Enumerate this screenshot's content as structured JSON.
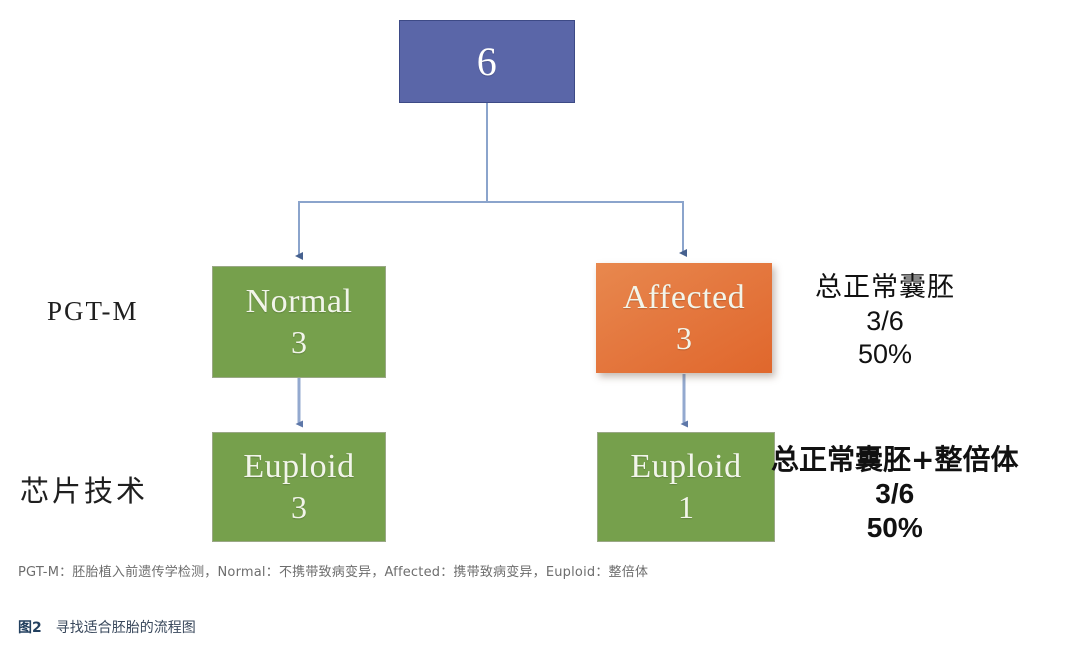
{
  "figure": {
    "root": {
      "title": "6",
      "count": ""
    },
    "nodes": {
      "normal": {
        "title": "Normal",
        "count": "3"
      },
      "affected": {
        "title": "Affected",
        "count": "3"
      },
      "euploid_left": {
        "title": "Euploid",
        "count": "3"
      },
      "euploid_right": {
        "title": "Euploid",
        "count": "1"
      }
    },
    "stage_labels": {
      "pgtm": "PGT-M",
      "chip": "芯片技术"
    },
    "summaries": {
      "top": {
        "head": "总正常囊胚",
        "ratio": "3/6",
        "percent": "50%"
      },
      "bottom": {
        "head": "总正常囊胚+整倍体",
        "ratio": "3/6",
        "percent": "50%"
      }
    },
    "footnote": "PGT-M：胚胎植入前遗传学检测，Normal：不携带致病变异，Affected：携带致病变异，Euploid：整倍体",
    "caption": {
      "number": "图2",
      "text": "寻找适合胚胎的流程图"
    },
    "colors": {
      "root_fill": "#5a66a8",
      "green_fill": "#76a04c",
      "orange_fill": "#e4783f",
      "connector": "#8ba4cc",
      "caption_blue": "#23405f"
    }
  }
}
